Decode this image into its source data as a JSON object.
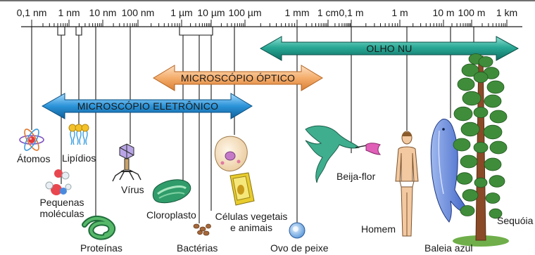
{
  "scale": {
    "tick_labels": [
      "0,1 nm",
      "1 nm",
      "10 nm",
      "100 nm",
      "1 µm",
      "10 µm",
      "100 µm",
      "1 mm",
      "1 cm",
      "0,1 m",
      "1 m",
      "10 m",
      "100 m",
      "1 km"
    ]
  },
  "ranges": {
    "naked_eye": "OLHO NU",
    "light_microscope": "MICROSCÓPIO ÓPTICO",
    "electron_microscope": "MICROSCÓPIO ELETRÔNICO"
  },
  "items": {
    "atoms": "Átomos",
    "lipids": "Lipídios",
    "small_molecules_1": "Pequenas",
    "small_molecules_2": "moléculas",
    "proteins": "Proteínas",
    "viruses": "Vírus",
    "chloroplast": "Cloroplasto",
    "bacteria": "Bactérias",
    "cells_1": "Células vegetais",
    "cells_2": "e animais",
    "fish_egg": "Ovo de peixe",
    "hummingbird": "Beija-flor",
    "human": "Homem",
    "blue_whale": "Baleia azul",
    "sequoia": "Sequóia"
  },
  "colors": {
    "naked_eye_arrow": "#1a9c8c",
    "light_microscope_arrow": "#f2a766",
    "electron_microscope_arrow": "#1c86cf"
  }
}
